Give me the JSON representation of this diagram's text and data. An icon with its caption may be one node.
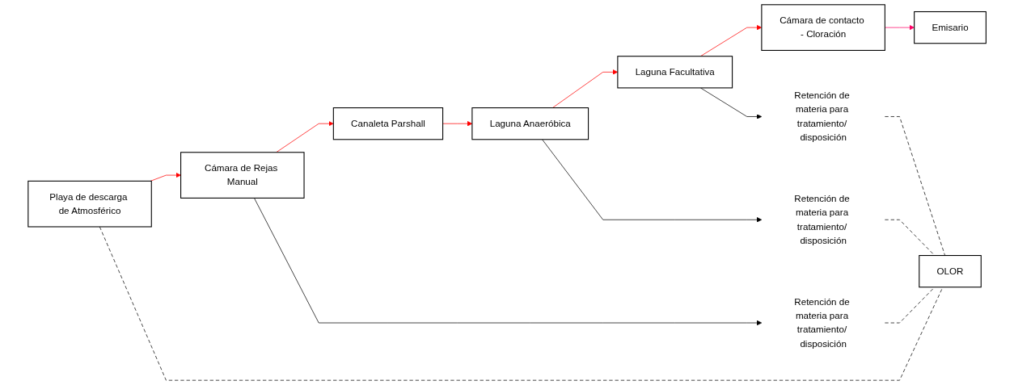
{
  "diagram": {
    "nodes": [
      {
        "text": [
          "Playa de descarga de Atmosférico"
        ]
      },
      {
        "text": [
          "Cámara de Rejas Manual"
        ]
      },
      {
        "text": [
          "Canaleta Parshall"
        ]
      },
      {
        "text": [
          "Laguna Anaeróbica"
        ]
      },
      {
        "text": [
          "Laguna Facultativa"
        ]
      },
      {
        "text": [
          "Cámara de contacto - Cloración"
        ]
      },
      {
        "text": [
          "Retención de materia para tratamiento/ disposición"
        ]
      },
      {
        "text": [
          "Retención de materia para tratamiento/ disposición"
        ]
      },
      {
        "text": [
          "Retención de materia para tratamiento/ disposición"
        ]
      },
      {
        "text": [
          "Emisario"
        ]
      },
      {
        "text": [
          "OLOR"
        ]
      }
    ],
    "edges": [
      {
        "from": 0,
        "to": 1,
        "arrow": "to",
        "color": "#ff0000"
      },
      {
        "from": 1,
        "to": 2,
        "arrow": "to",
        "color": "#ff0000"
      },
      {
        "from": 2,
        "to": 3,
        "arrow": "to",
        "color": "#ff0000"
      },
      {
        "from": 3,
        "to": 4,
        "arrow": "to",
        "color": "#ff0000"
      },
      {
        "from": 4,
        "to": 5,
        "arrow": "to",
        "color": "#ff0000"
      },
      {
        "from": 1,
        "to": 6,
        "arrow": "to"
      },
      {
        "from": 3,
        "to": 7,
        "arrow": "to"
      },
      {
        "from": 4,
        "to": 8,
        "arrow": "to"
      },
      {
        "from": 5,
        "to": 9,
        "arrow": "to",
        "color": "#ff0066"
      },
      {
        "from": 0,
        "to": 10,
        "arrow": "none",
        "style": "dashed"
      },
      {
        "from": 6,
        "to": 10,
        "arrow": "none",
        "style": "dashed"
      },
      {
        "from": 7,
        "to": 10,
        "arrow": "none",
        "style": "dashed"
      },
      {
        "from": 8,
        "to": 10,
        "arrow": "none",
        "style": "dashed"
      }
    ]
  }
}
